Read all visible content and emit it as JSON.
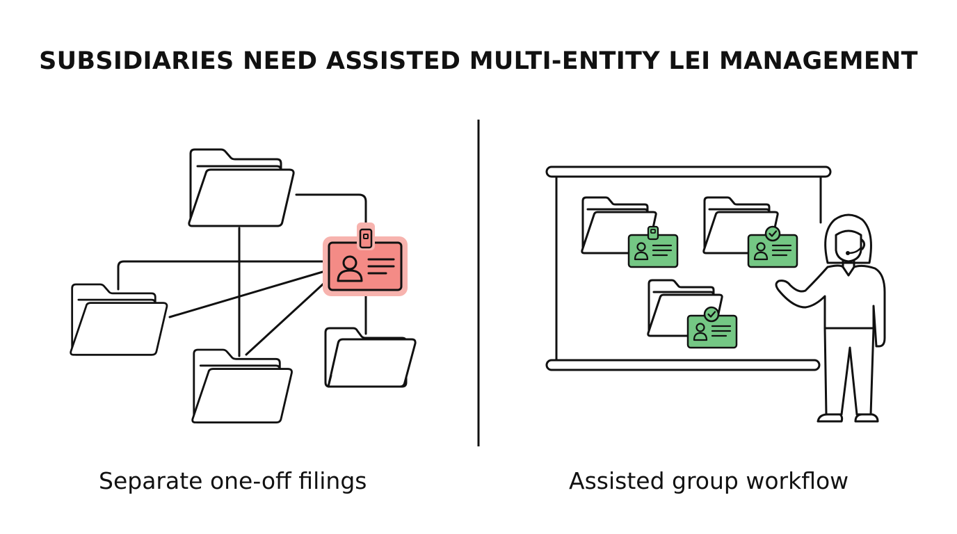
{
  "title": "SUBSIDIARIES NEED ASSISTED MULTI-ENTITY LEI MANAGEMENT",
  "left_panel": {
    "caption": "Separate one-off filings",
    "id_card_status": "alert",
    "folder_count": 4
  },
  "right_panel": {
    "caption": "Assisted group workflow",
    "id_card_status": "verified",
    "folder_count": 3
  },
  "colors": {
    "text": "#111111",
    "alert_fill": "#f48b86",
    "alert_glow": "#f7b3ae",
    "verified_fill": "#74c784",
    "line": "#111111"
  },
  "icons": [
    "folder-icon",
    "id-card-icon",
    "checkmark-badge-icon",
    "presenter-icon",
    "whiteboard-icon"
  ]
}
